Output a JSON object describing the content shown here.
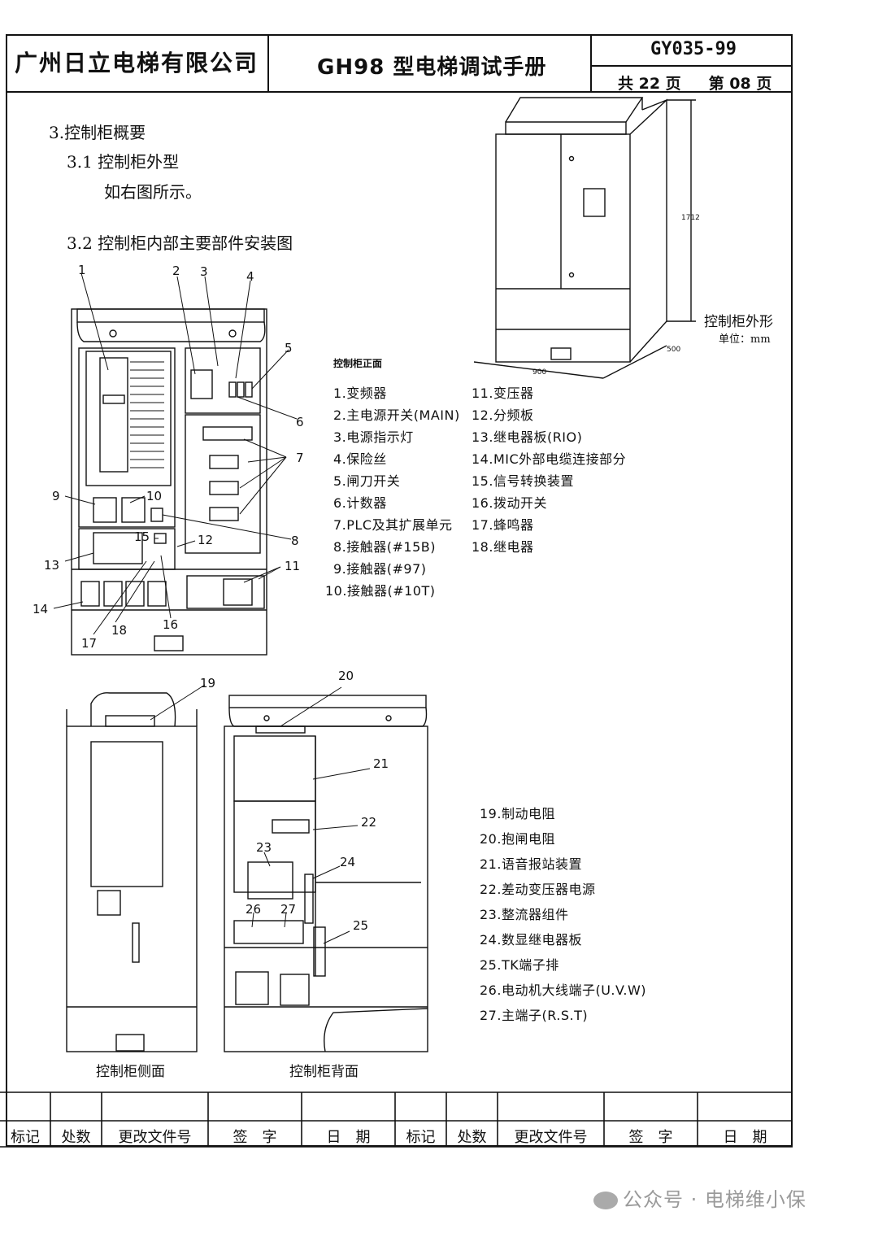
{
  "header": {
    "company": "广州日立电梯有限公司",
    "title": "GH98 型电梯调试手册",
    "code": "GY035-99",
    "total_pages": "共 22 页",
    "page": "第 08 页"
  },
  "sections": {
    "s3": "3.控制柜概要",
    "s31": "3.1 控制柜外型",
    "s31_text": "如右图所示。",
    "s32": "3.2  控制柜内部主要部件安装图"
  },
  "exterior": {
    "caption": "控制柜外形",
    "unit": "单位：mm",
    "height": "1712",
    "width": "900",
    "depth": "500"
  },
  "front_legend": {
    "title": "控制柜正面",
    "col1": [
      "1.变频器",
      "2.主电源开关(MAIN)",
      "3.电源指示灯",
      "4.保险丝",
      "5.闸刀开关",
      "6.计数器",
      "7.PLC及其扩展单元",
      "8.接触器(#15B)",
      "9.接触器(#97)",
      "10.接触器(#10T)"
    ],
    "col2": [
      "11.变压器",
      "12.分频板",
      "13.继电器板(RIO)",
      "14.MIC外部电缆连接部分",
      "15.信号转换装置",
      "16.拨动开关",
      "17.蜂鸣器",
      "18.继电器"
    ]
  },
  "back_legend": [
    "19.制动电阻",
    "20.抱闸电阻",
    "21.语音报站装置",
    "22.差动变压器电源",
    "23.整流器组件",
    "24.数显继电器板",
    "25.TK端子排",
    "26.电动机大线端子(U.V.W)",
    "27.主端子(R.S.T)"
  ],
  "front_numbers": [
    "1",
    "2",
    "3",
    "4",
    "5",
    "6",
    "7",
    "8",
    "9",
    "10",
    "11",
    "12",
    "13",
    "14",
    "15",
    "16",
    "17",
    "18"
  ],
  "back_numbers": [
    "19",
    "20",
    "21",
    "22",
    "23",
    "24",
    "25",
    "26",
    "27"
  ],
  "captions": {
    "side": "控制柜侧面",
    "back": "控制柜背面"
  },
  "footer": [
    "标记",
    "处数",
    "更改文件号",
    "签　字",
    "日　期",
    "标记",
    "处数",
    "更改文件号",
    "签　字",
    "日　期"
  ],
  "watermark": "公众号 · 电梯维小保"
}
